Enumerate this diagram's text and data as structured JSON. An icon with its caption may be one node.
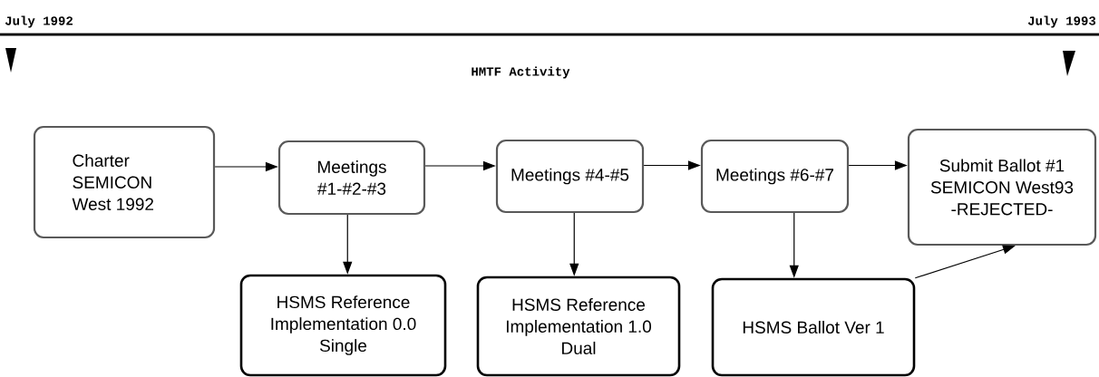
{
  "diagram": {
    "title": "HMTF Activity",
    "nodes": [
      {
        "text": [
          "Charter SEMICON West 1992"
        ]
      },
      {
        "text": [
          "Meetings #1-#2-#3"
        ]
      },
      {
        "text": [
          "Meetings #4-#5"
        ]
      },
      {
        "text": [
          "Meetings #6-#7"
        ]
      },
      {
        "text": [
          "Submit Ballot #1 SEMICON West93 -REJECTED-"
        ]
      },
      {
        "text": [
          "HSMS Reference Implementation 0.0 Single"
        ]
      },
      {
        "text": [
          "HSMS Reference Implementation 1.0 Dual"
        ]
      },
      {
        "text": [
          "HSMS Ballot Ver 1"
        ]
      }
    ],
    "edges": [
      {
        "from": 0,
        "to": 1,
        "arrow": "to"
      },
      {
        "from": 1,
        "to": 2,
        "arrow": "to"
      },
      {
        "from": 2,
        "to": 3,
        "arrow": "to"
      },
      {
        "from": 3,
        "to": 4,
        "arrow": "to"
      },
      {
        "from": 1,
        "to": 5,
        "arrow": "to"
      },
      {
        "from": 2,
        "to": 6,
        "arrow": "to"
      },
      {
        "from": 3,
        "to": 7,
        "arrow": "to"
      },
      {
        "from": 7,
        "to": 4,
        "arrow": "to"
      }
    ],
    "labels": [
      "July 1992",
      "July 1993"
    ]
  }
}
